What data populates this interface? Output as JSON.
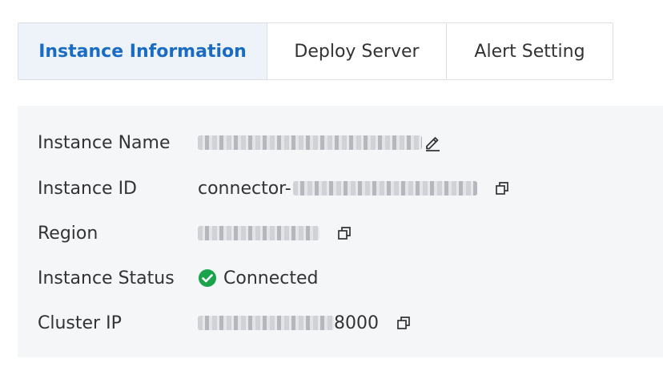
{
  "tabs": [
    {
      "label": "Instance Information",
      "active": true
    },
    {
      "label": "Deploy Server",
      "active": false
    },
    {
      "label": "Alert Setting",
      "active": false
    }
  ],
  "details": {
    "instance_name": {
      "label": "Instance Name",
      "value_redacted": true
    },
    "instance_id": {
      "label": "Instance ID",
      "prefix": "connector-",
      "value_redacted": true
    },
    "region": {
      "label": "Region",
      "value_redacted": true
    },
    "instance_status": {
      "label": "Instance Status",
      "value": "Connected"
    },
    "cluster_ip": {
      "label": "Cluster IP",
      "suffix": "8000",
      "value_redacted": true
    }
  },
  "icons": {
    "edit": "pencil-icon",
    "copy": "copy-icon",
    "status": "check-circle-icon"
  },
  "colors": {
    "active_tab_text": "#1a6bc4",
    "active_tab_bg": "#eef3f9",
    "panel_bg": "#f5f6f8",
    "status_ok": "#1aa34a"
  }
}
